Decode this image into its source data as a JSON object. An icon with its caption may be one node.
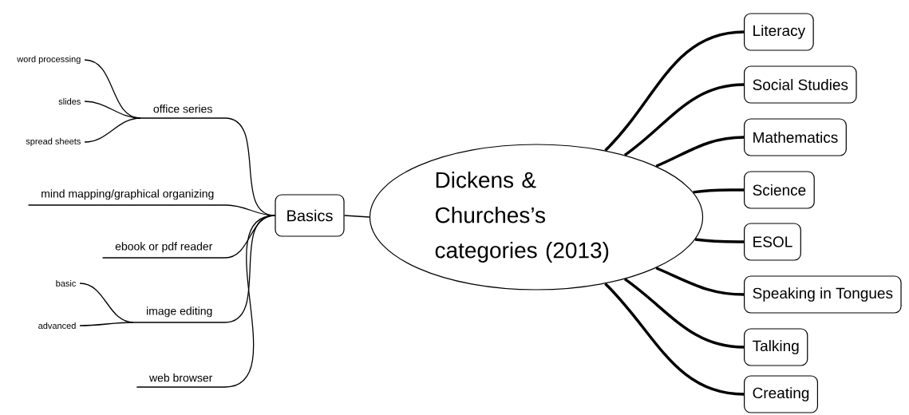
{
  "diagram": {
    "nodes": [
      {
        "text": [
          "Dickens & Churches’s categories (2013)"
        ]
      },
      {
        "text": [
          "Basics"
        ]
      },
      {
        "text": [
          "Literacy"
        ]
      },
      {
        "text": [
          "Social Studies"
        ]
      },
      {
        "text": [
          "Mathematics"
        ]
      },
      {
        "text": [
          "Science"
        ]
      },
      {
        "text": [
          "ESOL"
        ]
      },
      {
        "text": [
          "Speaking in Tongues"
        ]
      },
      {
        "text": [
          "Talking"
        ]
      },
      {
        "text": [
          "Creating"
        ]
      },
      {
        "text": [
          "office series"
        ]
      },
      {
        "text": [
          "word processing"
        ]
      },
      {
        "text": [
          "slides"
        ]
      },
      {
        "text": [
          "spread sheets"
        ]
      },
      {
        "text": [
          "mind mapping/graphical organizing"
        ]
      },
      {
        "text": [
          "ebook or pdf reader"
        ]
      },
      {
        "text": [
          "image editing"
        ]
      },
      {
        "text": [
          "basic"
        ]
      },
      {
        "text": [
          "advanced"
        ]
      },
      {
        "text": [
          "web browser"
        ]
      }
    ],
    "edges": [
      {
        "from": 0,
        "to": 1,
        "arrow": "none"
      },
      {
        "from": 0,
        "to": 2,
        "arrow": "none",
        "style": "thick"
      },
      {
        "from": 0,
        "to": 3,
        "arrow": "none",
        "style": "thick"
      },
      {
        "from": 0,
        "to": 4,
        "arrow": "none",
        "style": "thick"
      },
      {
        "from": 0,
        "to": 5,
        "arrow": "none",
        "style": "thick"
      },
      {
        "from": 0,
        "to": 6,
        "arrow": "none",
        "style": "thick"
      },
      {
        "from": 0,
        "to": 7,
        "arrow": "none",
        "style": "thick"
      },
      {
        "from": 0,
        "to": 8,
        "arrow": "none",
        "style": "thick"
      },
      {
        "from": 0,
        "to": 9,
        "arrow": "none",
        "style": "thick"
      },
      {
        "from": 1,
        "to": 10,
        "arrow": "none"
      },
      {
        "from": 10,
        "to": 11,
        "arrow": "none"
      },
      {
        "from": 10,
        "to": 12,
        "arrow": "none"
      },
      {
        "from": 10,
        "to": 13,
        "arrow": "none"
      },
      {
        "from": 1,
        "to": 14,
        "arrow": "none"
      },
      {
        "from": 1,
        "to": 15,
        "arrow": "none"
      },
      {
        "from": 1,
        "to": 16,
        "arrow": "none"
      },
      {
        "from": 16,
        "to": 17,
        "arrow": "none"
      },
      {
        "from": 16,
        "to": 18,
        "arrow": "none"
      },
      {
        "from": 1,
        "to": 19,
        "arrow": "none"
      }
    ]
  }
}
